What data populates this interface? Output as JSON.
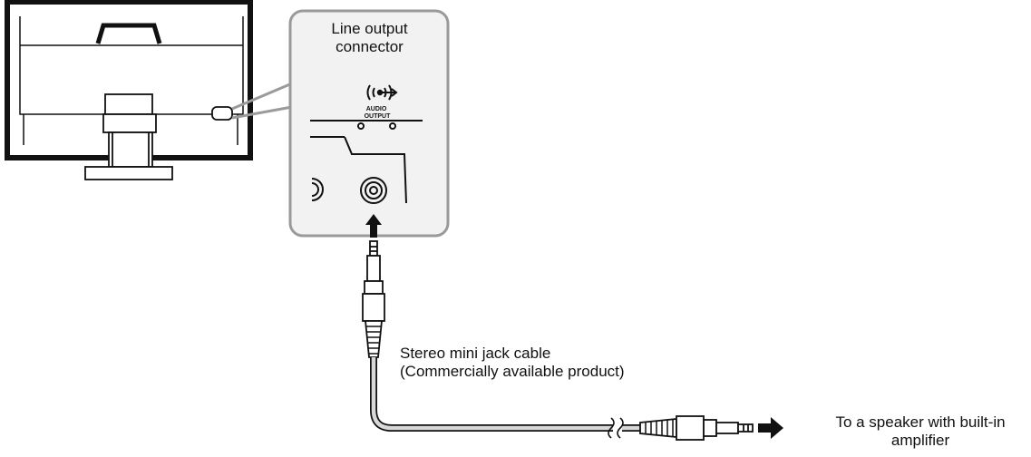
{
  "callout": {
    "title_line1": "Line output",
    "title_line2": "connector",
    "port_icon_label_line1": "AUDIO",
    "port_icon_label_line2": "OUTPUT"
  },
  "cable": {
    "label_line1": "Stereo mini jack cable",
    "label_line2": "(Commercially available product)"
  },
  "destination": {
    "label_line1": "To a speaker with built-in",
    "label_line2": "amplifier"
  },
  "colors": {
    "line": "#111111",
    "callout_border": "#9a9a9a",
    "callout_fill": "#f2f2f2",
    "cable_fill": "#d8d8d8"
  }
}
